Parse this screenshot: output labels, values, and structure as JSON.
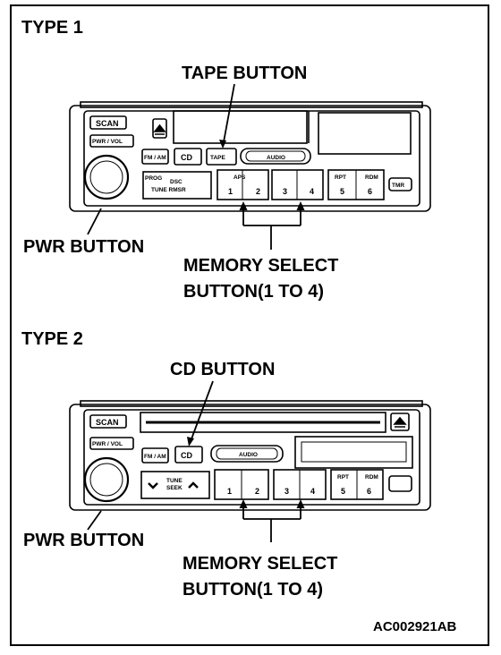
{
  "type1": {
    "title": "TYPE 1",
    "labels": {
      "tape_button": "TAPE BUTTON",
      "pwr_button": "PWR BUTTON",
      "memory_line1": "MEMORY SELECT",
      "memory_line2": "BUTTON(1 TO 4)"
    },
    "radio": {
      "scan": "SCAN",
      "pwr_vol": "PWR / VOL",
      "fm_am": "FM / AM",
      "cd": "CD",
      "tape": "TAPE",
      "audio": "AUDIO",
      "prog": "PROG",
      "dsc": "DSC",
      "tune_rmsr": "TUNE RMSR",
      "aps": "APS",
      "rpt": "RPT",
      "rdm": "RDM",
      "tmr": "TMR",
      "buttons": [
        "1",
        "2",
        "3",
        "4",
        "5",
        "6"
      ]
    }
  },
  "type2": {
    "title": "TYPE 2",
    "labels": {
      "cd_button": "CD BUTTON",
      "pwr_button": "PWR BUTTON",
      "memory_line1": "MEMORY SELECT",
      "memory_line2": "BUTTON(1 TO 4)"
    },
    "radio": {
      "scan": "SCAN",
      "pwr_vol": "PWR / VOL",
      "fm_am": "FM / AM",
      "cd": "CD",
      "audio": "AUDIO",
      "tune_seek_1": "TUNE",
      "tune_seek_2": "SEEK",
      "rpt": "RPT",
      "rdm": "RDM",
      "buttons": [
        "1",
        "2",
        "3",
        "4",
        "5",
        "6"
      ]
    }
  },
  "figure_code": "AC002921AB"
}
